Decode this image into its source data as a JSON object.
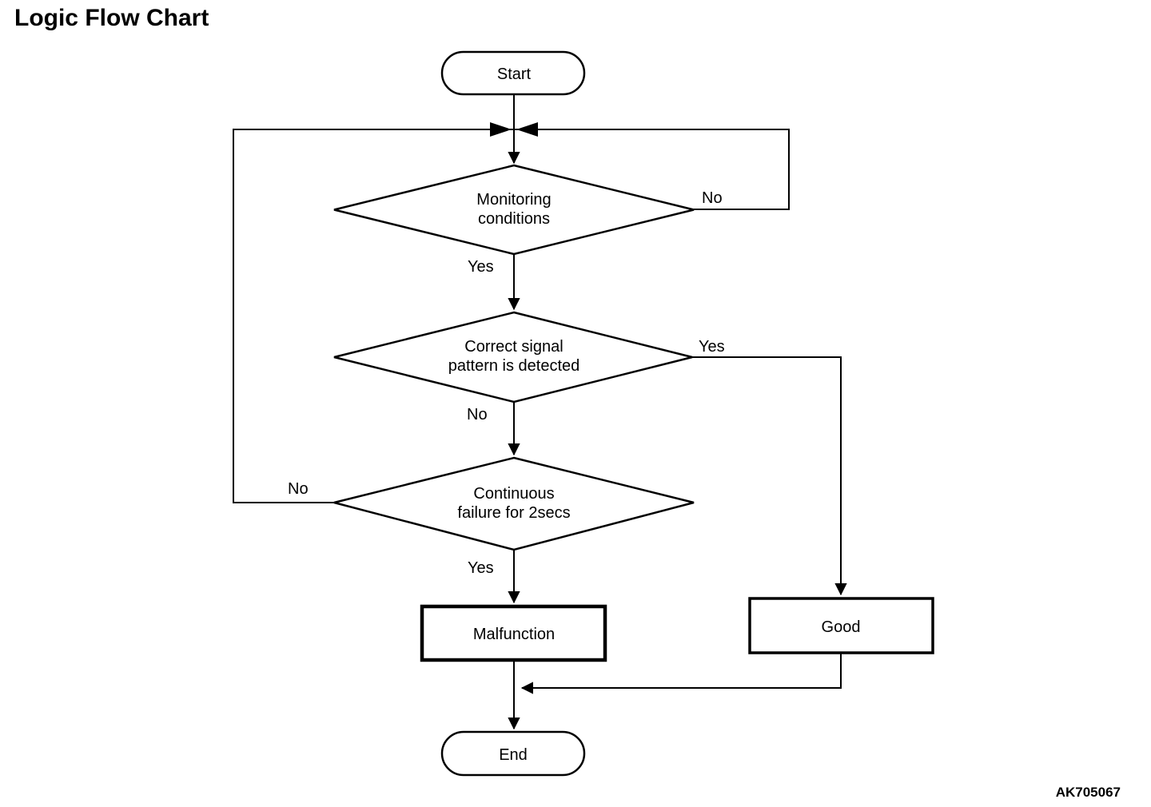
{
  "title": "Logic Flow Chart",
  "figure_code": "AK705067",
  "flowchart": {
    "nodes": {
      "start": {
        "shape": "terminator",
        "label": "Start"
      },
      "monitoring_conditions": {
        "shape": "decision",
        "line1": "Monitoring",
        "line2": "conditions"
      },
      "correct_signal": {
        "shape": "decision",
        "line1": "Correct signal",
        "line2": "pattern is detected"
      },
      "continuous_failure": {
        "shape": "decision",
        "line1": "Continuous",
        "line2": "failure for 2secs"
      },
      "malfunction": {
        "shape": "process",
        "label": "Malfunction"
      },
      "good": {
        "shape": "process",
        "label": "Good"
      },
      "end": {
        "shape": "terminator",
        "label": "End"
      }
    },
    "edge_labels": {
      "monitoring_no": "No",
      "monitoring_yes": "Yes",
      "correct_signal_yes": "Yes",
      "correct_signal_no": "No",
      "continuous_failure_no": "No",
      "continuous_failure_yes": "Yes"
    },
    "colors": {
      "line": "#000000",
      "text": "#000000",
      "background": "#ffffff"
    }
  }
}
